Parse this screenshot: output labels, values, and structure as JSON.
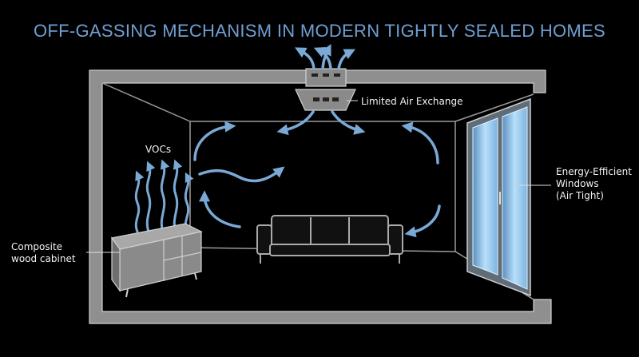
{
  "title": "OFF-GASSING MECHANISM IN MODERN TIGHTLY SEALED HOMES",
  "labels": {
    "vent": "Limited Air Exchange",
    "vocs": "VOCs",
    "cabinet": [
      "Composite",
      "wood cabinet"
    ],
    "windows": [
      "Energy-Efficient",
      "Windows",
      "(Air Tight)"
    ]
  },
  "colors": {
    "background": "#000000",
    "wall": "#8f8f8f",
    "title": "#6f9fd3",
    "airflow": "#7aa9d6",
    "glass": "#a9d6f5",
    "furniture": "#9a9a9a"
  }
}
